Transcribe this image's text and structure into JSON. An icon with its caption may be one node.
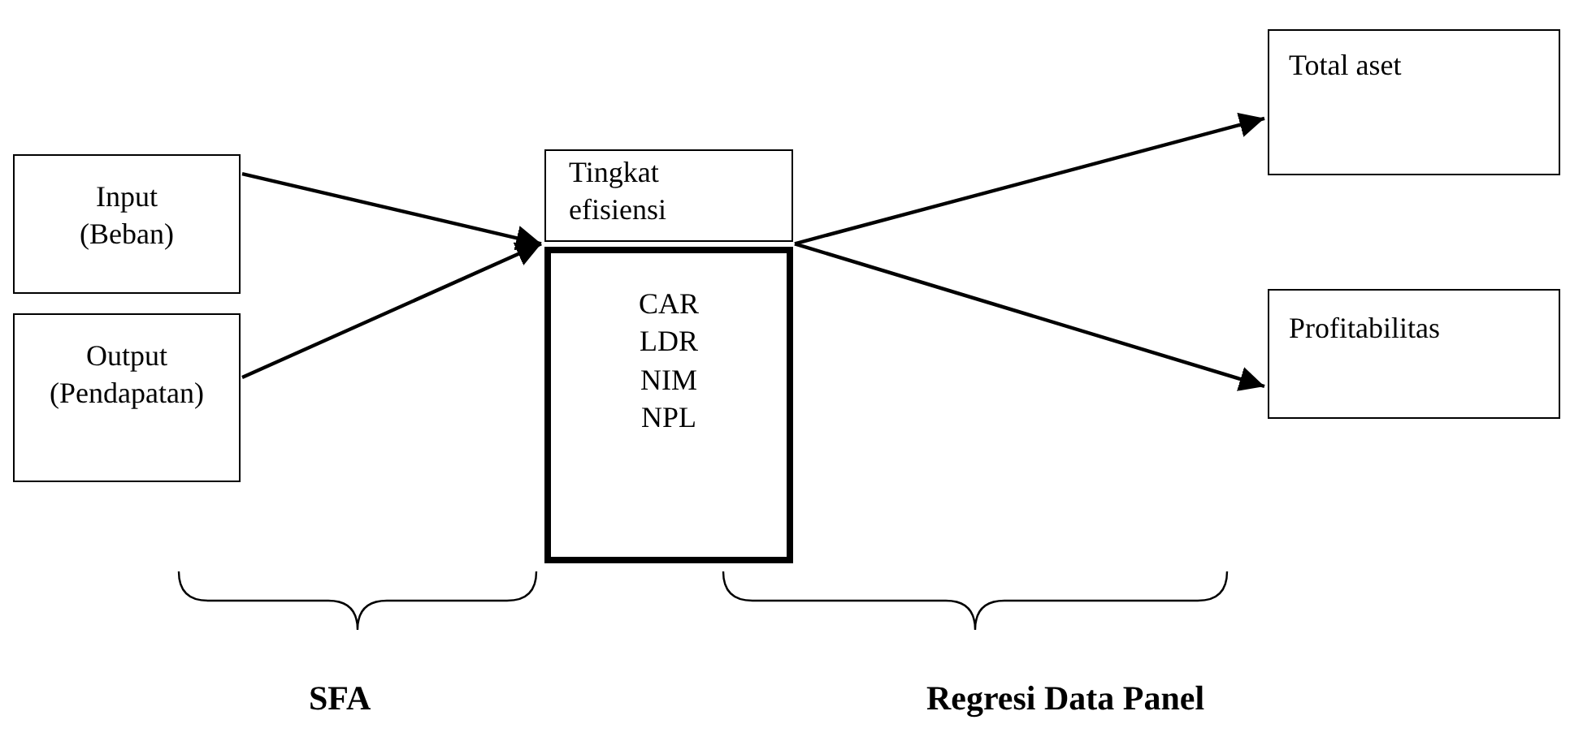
{
  "diagram": {
    "nodes": [
      {
        "text": [
          "Input (Beban)"
        ]
      },
      {
        "text": [
          "Output (Pendapatan)"
        ]
      },
      {
        "text": [
          "Tingkat efisiensi"
        ]
      },
      {
        "text": [
          "CAR",
          "LDR",
          "NIM",
          "NPL"
        ]
      },
      {
        "text": [
          "Total aset"
        ]
      },
      {
        "text": [
          "Profitabilitas"
        ]
      }
    ],
    "edges": [
      {
        "from": 0,
        "to": 2,
        "arrow": "to"
      },
      {
        "from": 1,
        "to": 2,
        "arrow": "to"
      },
      {
        "from": 2,
        "to": 4,
        "arrow": "to"
      },
      {
        "from": 2,
        "to": 5,
        "arrow": "to"
      }
    ],
    "labels": [
      "SFA",
      "Regresi Data Panel"
    ]
  }
}
